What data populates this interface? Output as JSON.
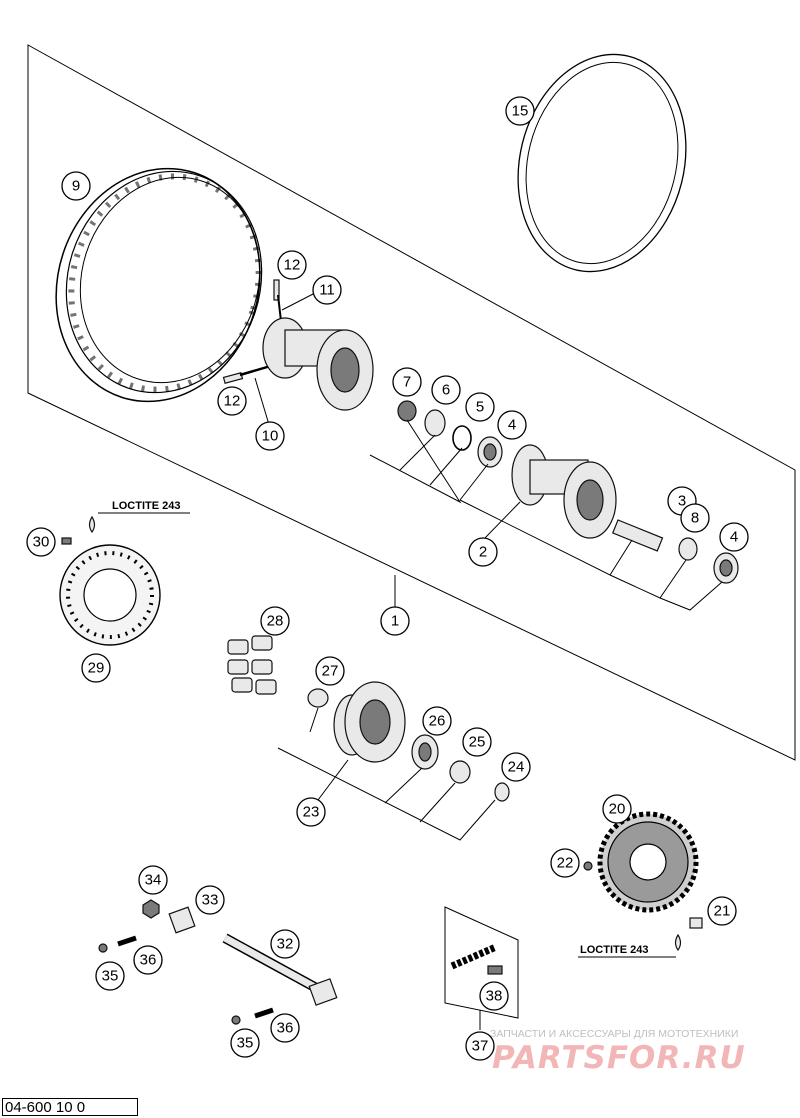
{
  "diagram": {
    "title": "",
    "document_number": "04-600 10 0",
    "loctite_labels": [
      "LOCTITE 243",
      "LOCTITE 243"
    ],
    "callouts": [
      "1",
      "2",
      "3",
      "4",
      "4",
      "5",
      "6",
      "7",
      "8",
      "9",
      "10",
      "11",
      "12",
      "12",
      "15",
      "20",
      "21",
      "22",
      "23",
      "24",
      "25",
      "26",
      "27",
      "28",
      "29",
      "30",
      "32",
      "33",
      "34",
      "35",
      "35",
      "36",
      "36",
      "37",
      "38"
    ],
    "watermark": {
      "tagline": "ЗАПЧАСТИ И АКСЕССУАРЫ ДЛЯ МОТОТЕХНИКИ",
      "logo": "PARTSFOR.RU"
    }
  }
}
